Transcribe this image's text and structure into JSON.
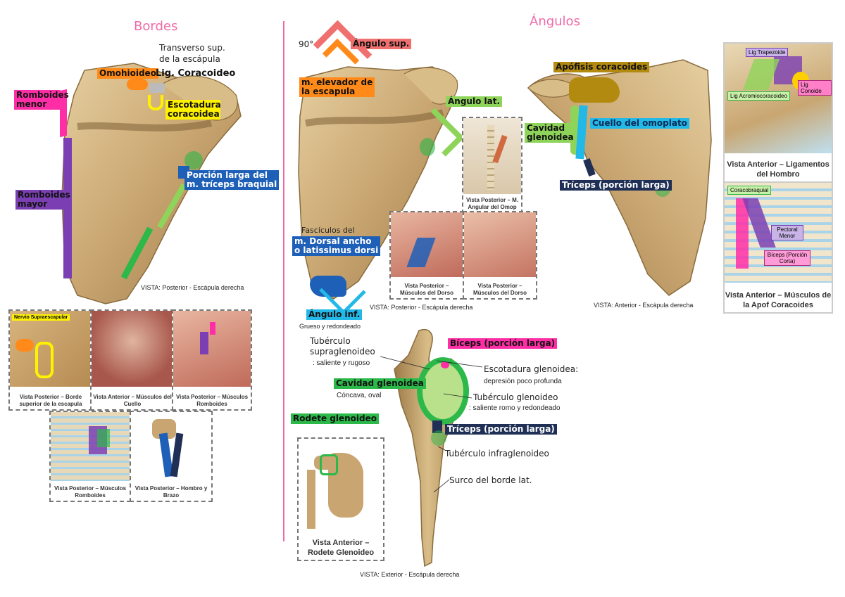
{
  "titles": {
    "bordes": "Bordes",
    "angulos": "Ángulos"
  },
  "colors": {
    "accent": "#f06aa8",
    "bone": "#c9a671",
    "pink": "#ff2ea6",
    "purple": "#7b3fb3",
    "orange": "#ff8a1a",
    "yellow": "#fff200",
    "blue": "#1e5fb8",
    "green": "#2db84a",
    "lightgreen": "#8fd45a",
    "salmon": "#f07070",
    "teal": "#22b8e8",
    "navy": "#1f2f55",
    "olive": "#b38a10"
  },
  "bordes": {
    "labels": {
      "romboides_menor": "Romboides menor",
      "romboides_mayor": "Romboides mayor",
      "transverso_line1": "Transverso sup.",
      "transverso_line2": "de la escápula",
      "omohioideo": "Omohioideo",
      "lig_coracoideo": "Lig. Coracoideo",
      "escotadura_coracoidea": "Escotadura coracoidea",
      "porcion_larga_line1": "Porción larga del",
      "porcion_larga_line2": "m. tríceps braquial"
    },
    "vista": "VISTA: Posterior - Escápula derecha",
    "thumbs": [
      {
        "tag": "Nervio Supraescapular",
        "caption": "Vista Posterior – Borde superior de la escapula"
      },
      {
        "caption": "Vista Anterior – Músculos del Cuello"
      },
      {
        "caption": "Vista Posterior – Músculos Romboides"
      },
      {
        "caption": "Vista Posterior – Músculos Romboides"
      },
      {
        "caption": "Vista Posterior – Hombro y Brazo"
      }
    ]
  },
  "angulos": {
    "posterior": {
      "noventa": "90°",
      "angulo_sup": "Ángulo sup.",
      "elevador_line1": "m. elevador de",
      "elevador_line2": "la escapula",
      "angulo_lat": "Ángulo lat.",
      "fasciculos": "Fascículos del",
      "dorsal_line1": "m. Dorsal ancho",
      "dorsal_line2": "o latissimus dorsi",
      "angulo_inf": "Ángulo inf.",
      "grueso": "Grueso y redondeado",
      "vista": "VISTA: Posterior - Escápula derecha",
      "thumbs": [
        {
          "caption": "Vista Posterior – M. Angular del Omop"
        },
        {
          "caption": "Vista Posterior – Músculos del Dorso"
        },
        {
          "caption": "Vista Posterior – Músculos del Dorso"
        }
      ]
    },
    "anterior": {
      "apofisis": "Apófisis coracoides",
      "cavidad_line1": "Cavidad",
      "cavidad_line2": "glenoidea",
      "cuello": "Cuello del omoplato",
      "triceps": "Tríceps (porción larga)",
      "vista": "VISTA: Anterior - Escápula derecha",
      "thumbs": [
        {
          "tags": [
            "Lig Trapezoide",
            "Lig Conoide",
            "Lig Acromiocoracoideo"
          ],
          "caption": "Vista Anterior – Ligamentos del Hombro"
        },
        {
          "tags": [
            "Coracobraquial",
            "Pectoral Menor",
            "Bíceps (Porción Corta)"
          ],
          "caption": "Vista Anterior – Músculos de la Apof Coracoides"
        }
      ]
    },
    "exterior": {
      "tuberculo_supra_line1": "Tubérculo",
      "tuberculo_supra_line2": "supraglenoideo",
      "saliente_rugoso": ": saliente y rugoso",
      "biceps": "Bíceps (porción larga)",
      "escotadura": "Escotadura glenoidea:",
      "depresion": "depresión poco profunda",
      "cavidad": "Cavidad glenoidea",
      "concava": "Cóncava, oval",
      "tuberculo_gleno": "Tubérculo glenoideo",
      "saliente_romo": ": saliente romo y redondeado",
      "rodete": "Rodete glenoideo",
      "triceps": "Tríceps (porción larga)",
      "infra": "Tubérculo infraglenoideo",
      "surco": "Surco del borde lat.",
      "vista": "VISTA: Exterior - Escápula derecha",
      "rodete_caption": "Vista Anterior – Rodete Glenoideo"
    }
  }
}
